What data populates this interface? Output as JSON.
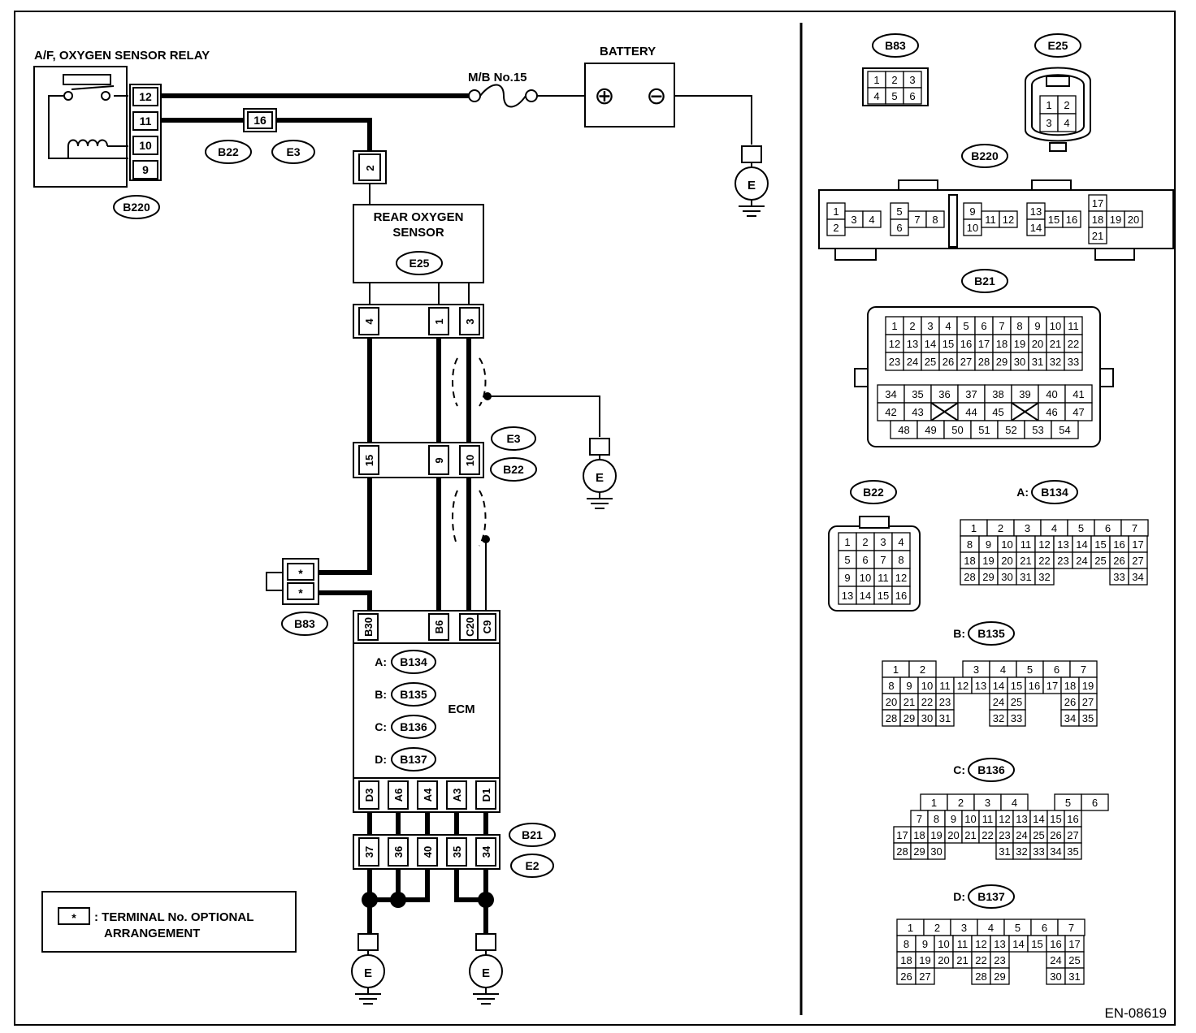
{
  "relay": {
    "title": "A/F, OXYGEN SENSOR RELAY",
    "pins": [
      "12",
      "11",
      "10",
      "9"
    ],
    "connector": "B220"
  },
  "fuse": {
    "label": "M/B No.15"
  },
  "battery": {
    "label": "BATTERY",
    "plus": "⊕",
    "minus": "⊖"
  },
  "ground_label": "E",
  "b22e3_pin": "16",
  "conn_b22": "B22",
  "conn_e3": "E3",
  "sensor": {
    "title_1": "REAR OXYGEN",
    "title_2": "SENSOR",
    "connector": "E25",
    "top_pin": "2",
    "pins": [
      "4",
      "1",
      "3"
    ]
  },
  "joint": {
    "pins": [
      "15",
      "9",
      "10"
    ],
    "labels": [
      "E3",
      "B22"
    ]
  },
  "b83": {
    "label": "B83",
    "pins": [
      "*",
      "*"
    ]
  },
  "ecm": {
    "title": "ECM",
    "top_pins": [
      "B30",
      "B6",
      "C20",
      "C9"
    ],
    "bottom_pins": [
      "D3",
      "A6",
      "A4",
      "A3",
      "D1"
    ],
    "connectors": [
      {
        "prefix": "A:",
        "name": "B134"
      },
      {
        "prefix": "B:",
        "name": "B135"
      },
      {
        "prefix": "C:",
        "name": "B136"
      },
      {
        "prefix": "D:",
        "name": "B137"
      }
    ]
  },
  "b21e2": {
    "pins": [
      "37",
      "36",
      "40",
      "35",
      "34"
    ],
    "labels": [
      "B21",
      "E2"
    ]
  },
  "legend": {
    "symbol": "*",
    "line1": ": TERMINAL No. OPTIONAL",
    "line2": "ARRANGEMENT"
  },
  "code": "EN-08619",
  "views": {
    "b83": {
      "label": "B83",
      "rows": [
        [
          "1",
          "2",
          "3"
        ],
        [
          "4",
          "5",
          "6"
        ]
      ]
    },
    "e25": {
      "label": "E25",
      "rows": [
        [
          "1",
          "2"
        ],
        [
          "3",
          "4"
        ]
      ]
    },
    "b220": {
      "label": "B220",
      "pins": [
        "1",
        "2",
        "3",
        "4",
        "5",
        "6",
        "7",
        "8",
        "9",
        "10",
        "11",
        "12",
        "13",
        "14",
        "15",
        "16",
        "17",
        "18",
        "19",
        "20",
        "21"
      ]
    },
    "b21": {
      "label": "B21",
      "rows": [
        [
          "1",
          "2",
          "3",
          "4",
          "5",
          "6",
          "7",
          "8",
          "9",
          "10",
          "11"
        ],
        [
          "12",
          "13",
          "14",
          "15",
          "16",
          "17",
          "18",
          "19",
          "20",
          "21",
          "22"
        ],
        [
          "23",
          "24",
          "25",
          "26",
          "27",
          "28",
          "29",
          "30",
          "31",
          "32",
          "33"
        ],
        [
          "34",
          "35",
          "36",
          "37",
          "38",
          "39",
          "40",
          "41"
        ],
        [
          "42",
          "43",
          "",
          "44",
          "45",
          "",
          "46",
          "47"
        ],
        [
          "48",
          "49",
          "50",
          "51",
          "52",
          "53",
          "54"
        ]
      ]
    },
    "b22": {
      "label": "B22",
      "rows": [
        [
          "1",
          "2",
          "3",
          "4"
        ],
        [
          "5",
          "6",
          "7",
          "8"
        ],
        [
          "9",
          "10",
          "11",
          "12"
        ],
        [
          "13",
          "14",
          "15",
          "16"
        ]
      ]
    },
    "b134": {
      "prefix": "A:",
      "label": "B134",
      "rows": [
        [
          "1",
          "2",
          "3",
          "4",
          "5",
          "6",
          "7"
        ],
        [
          "8",
          "9",
          "10",
          "11",
          "12",
          "13",
          "14",
          "15",
          "16",
          "17"
        ],
        [
          "18",
          "19",
          "20",
          "21",
          "22",
          "23",
          "24",
          "25",
          "26",
          "27"
        ],
        [
          "28",
          "29",
          "30",
          "31",
          "32",
          "",
          "",
          "",
          "33",
          "34"
        ]
      ]
    },
    "b135": {
      "prefix": "B:",
      "label": "B135",
      "rows": [
        [
          "1",
          "2",
          "",
          "3",
          "4",
          "5",
          "6",
          "7"
        ],
        [
          "8",
          "9",
          "10",
          "11",
          "12",
          "13",
          "14",
          "15",
          "16",
          "17",
          "18",
          "19"
        ],
        [
          "20",
          "21",
          "22",
          "23",
          "",
          "",
          "24",
          "25",
          "",
          "",
          "26",
          "27"
        ],
        [
          "28",
          "29",
          "30",
          "31",
          "",
          "",
          "32",
          "33",
          "",
          "",
          "34",
          "35"
        ]
      ]
    },
    "b136": {
      "prefix": "C:",
      "label": "B136",
      "rows": [
        [
          "",
          "1",
          "2",
          "3",
          "4",
          "",
          "5",
          "6"
        ],
        [
          "",
          "7",
          "8",
          "9",
          "10",
          "11",
          "12",
          "13",
          "14",
          "15",
          "16"
        ],
        [
          "17",
          "18",
          "19",
          "20",
          "21",
          "22",
          "23",
          "24",
          "25",
          "26",
          "27"
        ],
        [
          "28",
          "29",
          "30",
          "",
          "",
          "",
          "31",
          "32",
          "33",
          "34",
          "35"
        ]
      ]
    },
    "b137": {
      "prefix": "D:",
      "label": "B137",
      "rows": [
        [
          "1",
          "2",
          "3",
          "4",
          "5",
          "6",
          "7"
        ],
        [
          "8",
          "9",
          "10",
          "11",
          "12",
          "13",
          "14",
          "15",
          "16",
          "17"
        ],
        [
          "18",
          "19",
          "20",
          "21",
          "22",
          "23",
          "",
          "",
          "24",
          "25"
        ],
        [
          "26",
          "27",
          "",
          "",
          "28",
          "29",
          "",
          "",
          "30",
          "31"
        ]
      ]
    }
  }
}
